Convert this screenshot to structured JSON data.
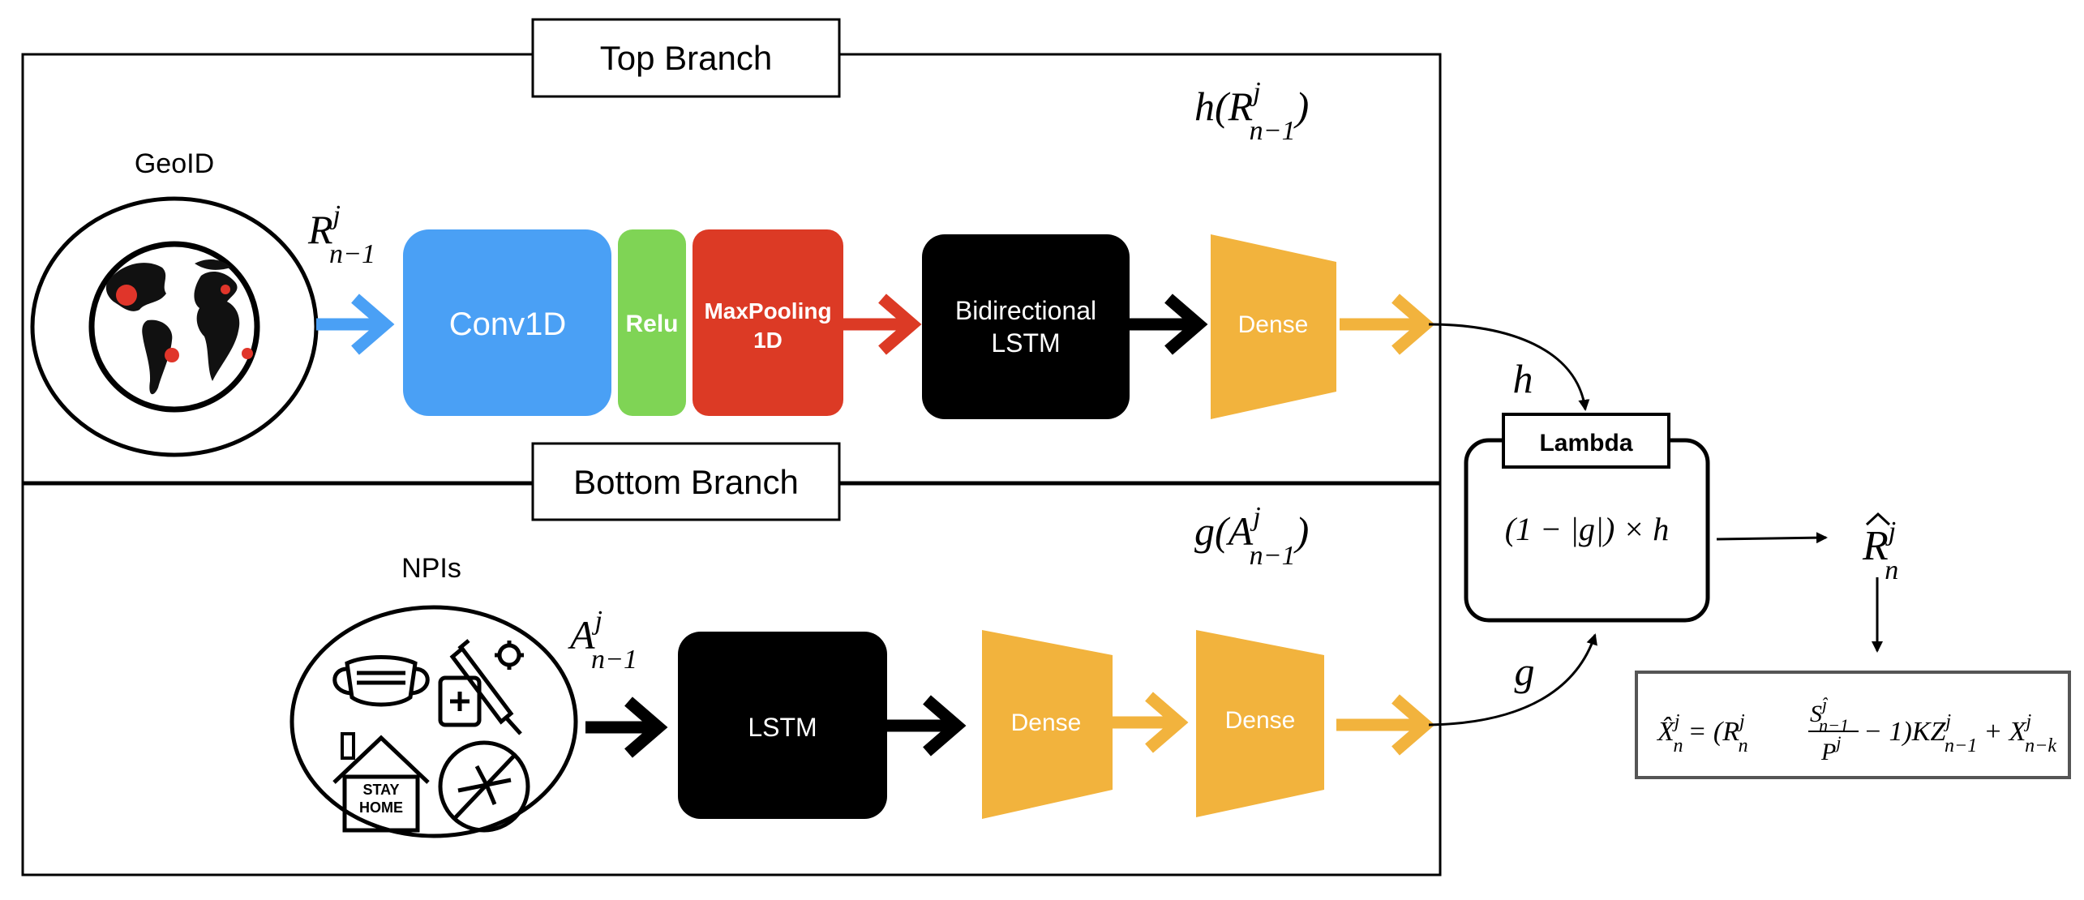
{
  "top_branch": {
    "title": "Top Branch",
    "input_label": "GeoID",
    "input_symbol": {
      "base": "R",
      "sup": "j",
      "sub": "n−1"
    },
    "output_expr": {
      "prefix": "h(R",
      "sup": "j",
      "sub": "n−1",
      "suffix": ")"
    },
    "layers": {
      "conv": "Conv1D",
      "relu": "Relu",
      "maxpool": [
        "MaxPooling",
        "1D"
      ],
      "bilstm": [
        "Bidirectional",
        "LSTM"
      ],
      "dense": "Dense"
    },
    "output_var": "h"
  },
  "bottom_branch": {
    "title": "Bottom Branch",
    "input_label": "NPIs",
    "input_symbol": {
      "base": "A",
      "sup": "j",
      "sub": "n−1"
    },
    "output_expr": {
      "prefix": "g(A",
      "sup": "j",
      "sub": "n−1",
      "suffix": ")"
    },
    "layers": {
      "lstm": "LSTM",
      "dense1": "Dense",
      "dense2": "Dense"
    },
    "output_var": "g",
    "npi_icon_text": [
      "STAY",
      "HOME"
    ]
  },
  "lambda": {
    "title": "Lambda",
    "expression": "(1 − |g|) × h"
  },
  "output_symbol": {
    "base": "R",
    "sup": "j",
    "sub": "n"
  },
  "formula": {
    "parts": [
      "X̂",
      "j",
      "n",
      "= (R",
      "j",
      "n",
      "S",
      "ĵ",
      "n−1",
      "P",
      "j",
      "− 1)KZ",
      "j",
      "n−1",
      "+ X",
      "j",
      "n−k"
    ]
  },
  "colors": {
    "conv": "#4aa0f5",
    "relu": "#7fd455",
    "maxpool": "#dc3a25",
    "lstm": "#000000",
    "dense": "#f2b33d",
    "arrow_blue": "#4aa0f5",
    "arrow_red": "#dc3a25",
    "arrow_orange": "#f2b33d",
    "land": "#111111",
    "hotspot": "#e0352a"
  }
}
